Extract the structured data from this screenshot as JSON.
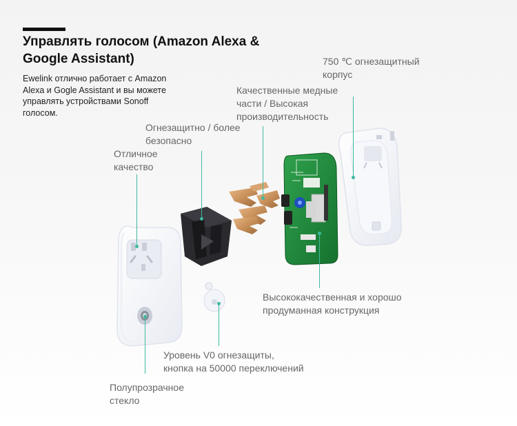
{
  "header": {
    "title_line1": "Управлять голосом (Amazon Alexa &",
    "title_line2": "Google Assistant)",
    "desc_line1": "Ewelink отлично работает с Amazon",
    "desc_line2": "Alexa и Gogle Assistant и вы можете",
    "desc_line3": "управлять устройствами Sonoff",
    "desc_line4": "голосом."
  },
  "callouts": {
    "housing_line1": "750 ℃ огнезащитный",
    "housing_line2": "корпус",
    "copper_line1": "Качественные медные",
    "copper_line2": "части / Высокая",
    "copper_line3": "производительность",
    "fireproof_line1": "Огнезащитно / более",
    "fireproof_line2": "безопасно",
    "quality_line1": "Отличное",
    "quality_line2": "качество",
    "design_line1": "Высококачественная и хорошо",
    "design_line2": "продуманная конструкция",
    "button_line1": "Уровень V0 огнезащиты,",
    "button_line2": "кнопка на  50000 переключений",
    "glass_line1": "Полупрозрачное",
    "glass_line2": "стекло"
  },
  "colors": {
    "accent": "#3fb99e",
    "pcb": "#1f8a3c",
    "housing": "#f4f6fb",
    "copper": "#c8905a",
    "insulator": "#2a2a2e"
  }
}
